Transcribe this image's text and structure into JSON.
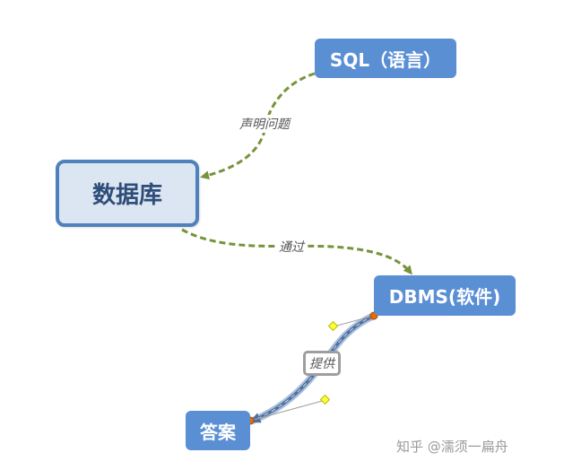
{
  "nodes": {
    "sql": "SQL（语言）",
    "database": "数据库",
    "dbms": "DBMS(软件)",
    "answer": "答案"
  },
  "edges": {
    "declare": "声明问题",
    "via": "通过",
    "provide": "提供"
  },
  "watermark": "知乎 @濡须一扁舟",
  "colors": {
    "node_fill": "#5b8fd4",
    "database_fill": "#dce6f2",
    "database_border": "#4f81bd",
    "dashed_arrow": "#77933c",
    "provide_line": "#4f6fa0",
    "handle_orange": "#e36c0a",
    "handle_yellow": "#ffff33"
  }
}
